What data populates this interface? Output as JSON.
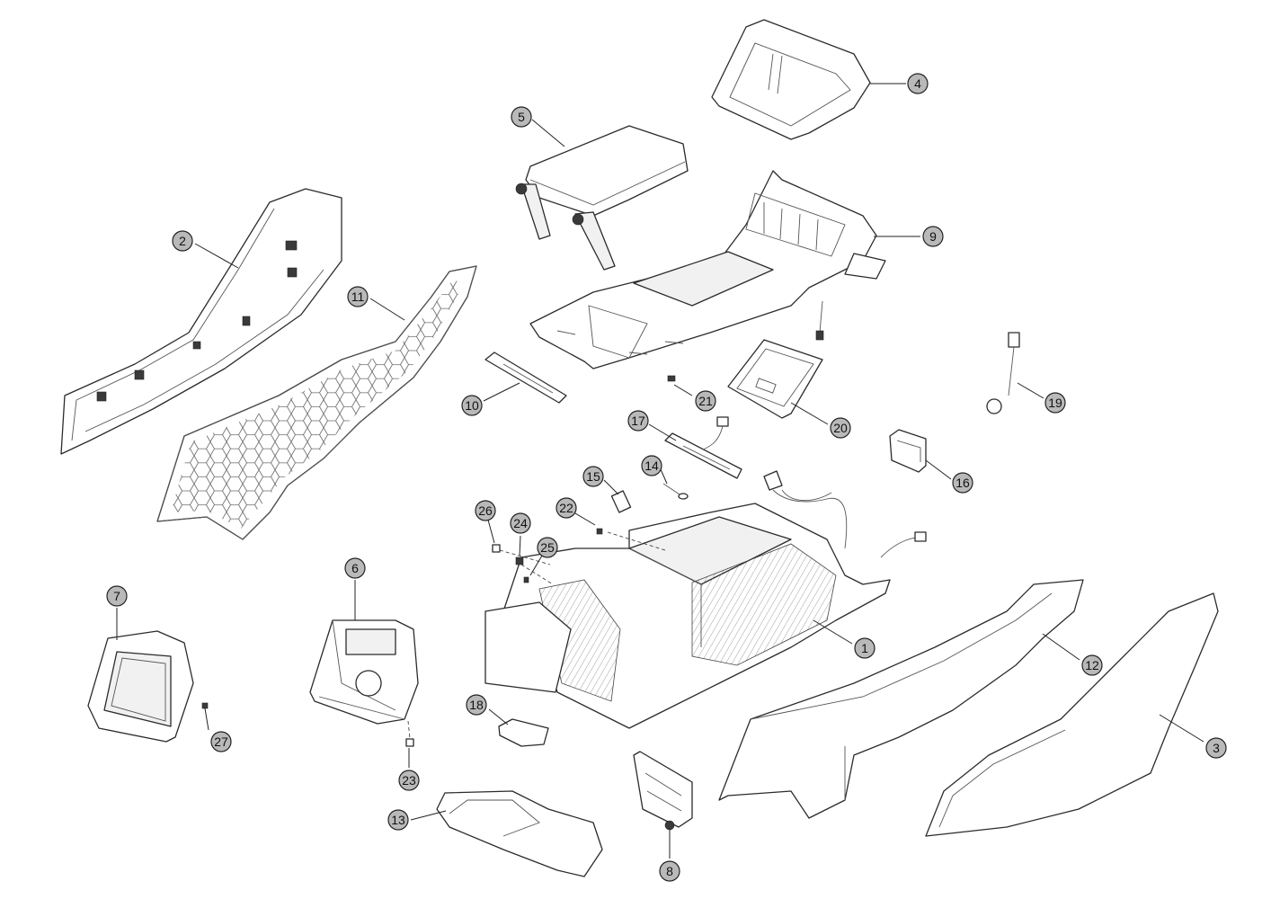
{
  "callouts": [
    {
      "num": "1"
    },
    {
      "num": "2"
    },
    {
      "num": "3"
    },
    {
      "num": "4"
    },
    {
      "num": "5"
    },
    {
      "num": "6"
    },
    {
      "num": "7"
    },
    {
      "num": "8"
    },
    {
      "num": "9"
    },
    {
      "num": "10"
    },
    {
      "num": "11"
    },
    {
      "num": "12"
    },
    {
      "num": "13"
    },
    {
      "num": "14"
    },
    {
      "num": "15"
    },
    {
      "num": "16"
    },
    {
      "num": "17"
    },
    {
      "num": "18"
    },
    {
      "num": "19"
    },
    {
      "num": "20"
    },
    {
      "num": "21"
    },
    {
      "num": "22"
    },
    {
      "num": "23"
    },
    {
      "num": "24"
    },
    {
      "num": "25"
    },
    {
      "num": "26"
    },
    {
      "num": "27"
    }
  ]
}
